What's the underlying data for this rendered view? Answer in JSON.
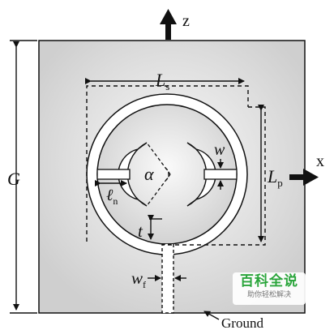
{
  "labels": {
    "z_axis": "z",
    "x_axis": "x",
    "ground_size": "G",
    "slot_length_main": "L",
    "slot_length_main_sub": "s",
    "patch_length_main": "L",
    "patch_length_sub": "p",
    "ring_width": "w",
    "stub_length_main": "ℓ",
    "stub_length_sub": "n",
    "angle": "α",
    "gap": "t",
    "feed_width_main": "w",
    "feed_width_sub": "f",
    "ground": "Ground"
  },
  "watermark": {
    "title": "百科全说",
    "subtitle": "助你轻松解决"
  },
  "colors": {
    "ground_plane": "#d9d9d9",
    "ring_fill": "#ffffff",
    "outline": "#111111",
    "watermark_green": "#2aa53b"
  }
}
